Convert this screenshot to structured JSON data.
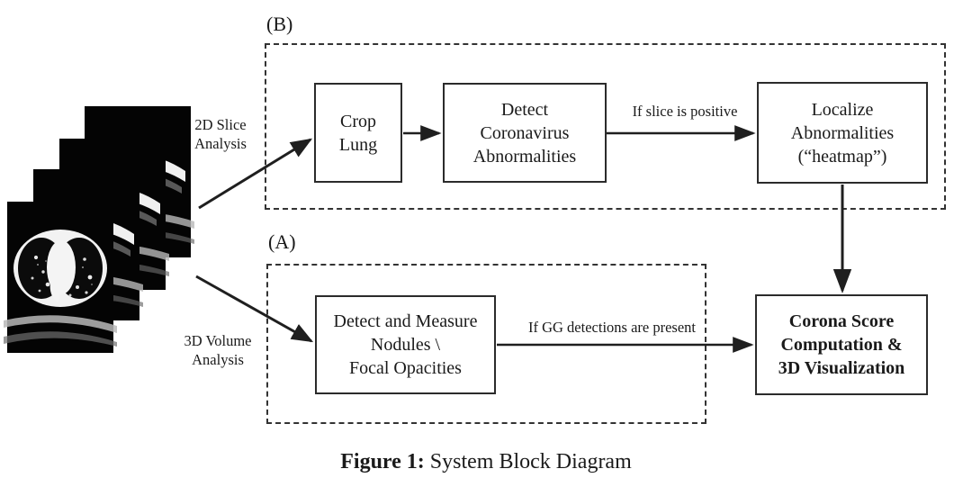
{
  "figure": {
    "caption_bold": "Figure 1:",
    "caption_rest": "System Block Diagram"
  },
  "groups": [
    {
      "id": "B",
      "label": "(B)",
      "name": "2d-slice-analysis-group"
    },
    {
      "id": "A",
      "label": "(A)",
      "name": "3d-volume-analysis-group"
    }
  ],
  "input": {
    "image_name": "ct-slice-stack",
    "slice_count": 4
  },
  "branch_labels": {
    "slice_2d": "2D Slice\nAnalysis",
    "slice_2d_line1": "2D Slice",
    "slice_2d_line2": "Analysis",
    "volume_3d_line1": "3D Volume",
    "volume_3d_line2": "Analysis"
  },
  "boxes": {
    "crop_lung": {
      "line1": "Crop",
      "line2": "Lung"
    },
    "detect_coronavirus": {
      "line1": "Detect",
      "line2": "Coronavirus",
      "line3": "Abnormalities"
    },
    "localize": {
      "line1": "Localize",
      "line2": "Abnormalities",
      "line3": "(“heatmap”)"
    },
    "nodules": {
      "line1": "Detect and Measure",
      "line2": "Nodules \\",
      "line3": "Focal Opacities"
    },
    "corona_score": {
      "line1": "Corona Score",
      "line2": "Computation &",
      "line3": "3D Visualization"
    }
  },
  "edge_labels": {
    "slice_positive": "If slice is positive",
    "gg_present": "If GG detections are present"
  },
  "colors": {
    "stroke": "#2b2b2b",
    "dashed_stroke": "#333333",
    "background": "#ffffff",
    "text": "#1a1a1a"
  }
}
